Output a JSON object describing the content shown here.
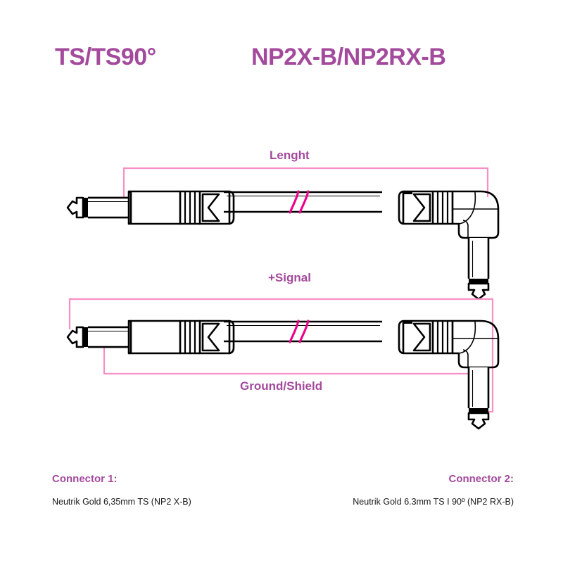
{
  "header": {
    "title": "TS/TS90°",
    "models": "NP2X-B/NP2RX-B"
  },
  "diagram": {
    "length_label": "Lenght",
    "signal_label": "+Signal",
    "ground_label": "Ground/Shield",
    "cable_break_symbol": "//"
  },
  "footer": {
    "connector1": {
      "heading": "Connector 1:",
      "description": "Neutrik Gold 6,35mm TS (NP2 X-B)"
    },
    "connector2": {
      "heading": "Connector 2:",
      "description": "Neutrik Gold 6.3mm TS I 90º (NP2 RX-B)"
    }
  },
  "colors": {
    "heading_purple": "#a34a9c",
    "bracket_pink": "#f78fc4",
    "break_magenta": "#ec008c",
    "ink_black": "#000000",
    "background": "#ffffff"
  }
}
